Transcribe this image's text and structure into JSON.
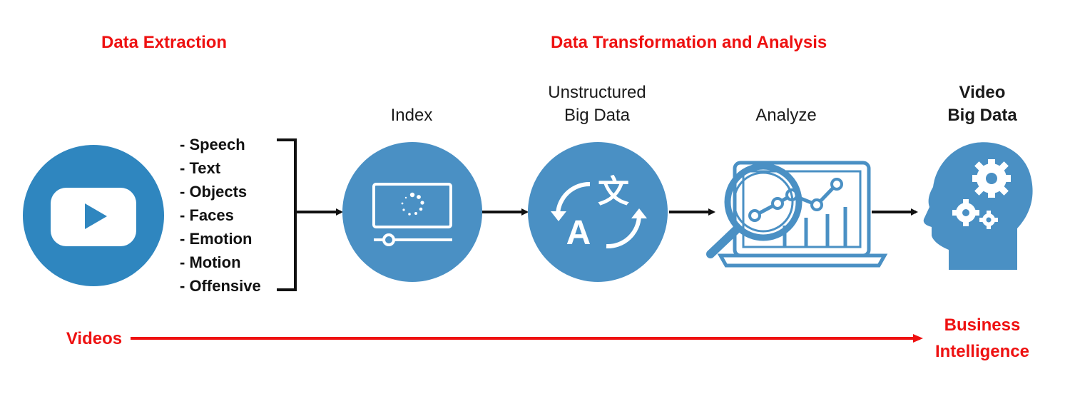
{
  "headings": {
    "extraction": "Data Extraction",
    "transformation": "Data Transformation and Analysis"
  },
  "stages": {
    "index": "Index",
    "unstructured_line1": "Unstructured",
    "unstructured_line2": "Big Data",
    "analyze": "Analyze",
    "video_bigdata_line1": "Video",
    "video_bigdata_line2": "Big Data"
  },
  "features": [
    "- Speech",
    "- Text",
    "- Objects",
    "- Faces",
    "- Emotion",
    "- Motion",
    "- Offensive"
  ],
  "flow": {
    "start": "Videos",
    "end_line1": "Business",
    "end_line2": "Intelligence"
  },
  "icons": {
    "video": "play-button-icon",
    "index": "loading-screen-icon",
    "unstructured": "translate-icon",
    "analyze": "magnifier-chart-icon",
    "bigdata": "head-gears-icon"
  },
  "colors": {
    "accent_red": "#ee1111",
    "icon_blue": "#4a90c4",
    "video_blue": "#2f86bf",
    "text_dark": "#1a1a1a"
  }
}
